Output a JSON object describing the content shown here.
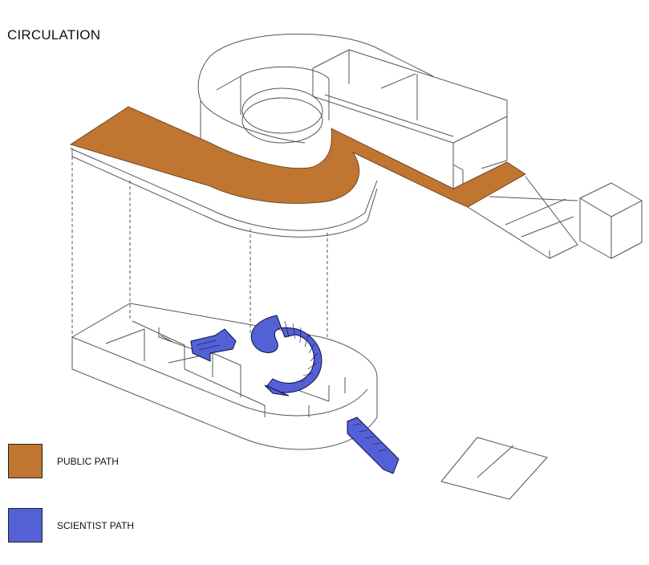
{
  "title": "CIRCULATION",
  "legend": [
    {
      "label": "PUBLIC PATH",
      "color": "#c07530"
    },
    {
      "label": "SCIENTIST PATH",
      "color": "#5460d6"
    }
  ],
  "colors": {
    "public": "#c07530",
    "scientist": "#5460d6",
    "line": "#555555"
  }
}
